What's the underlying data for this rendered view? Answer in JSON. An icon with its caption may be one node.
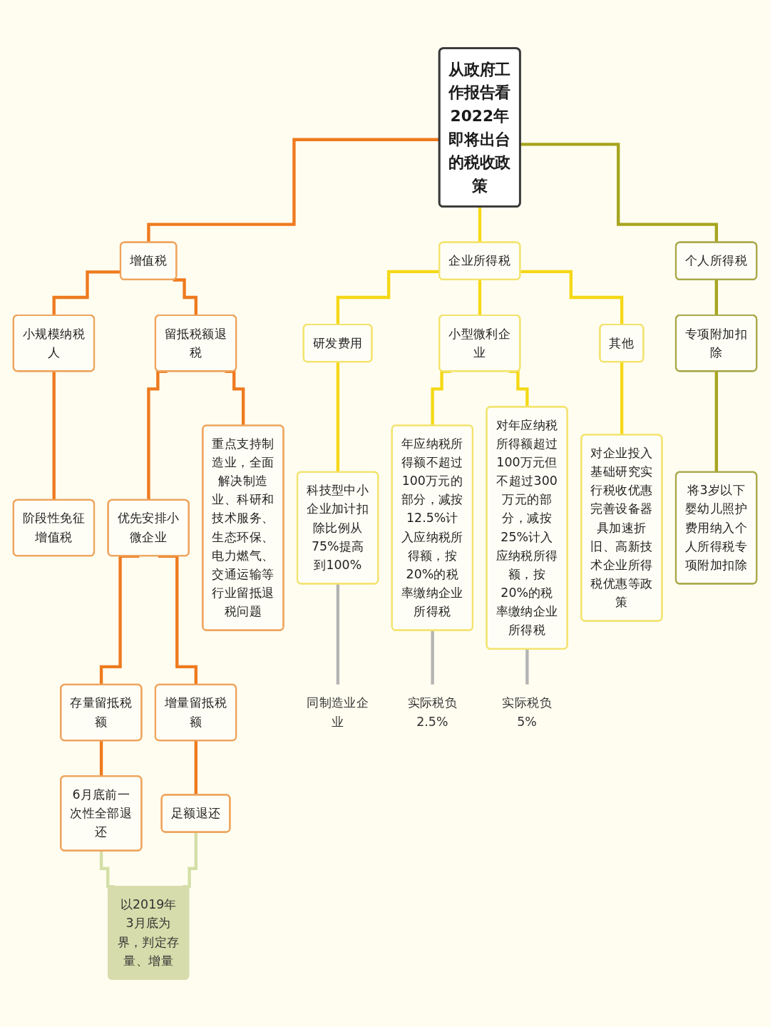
{
  "diagram": {
    "nodes": [
      {
        "text": [
          "从政府工作报告看2022年即将出台的税收政策"
        ]
      },
      {
        "text": [
          "增值税"
        ]
      },
      {
        "text": [
          "企业所得税"
        ]
      },
      {
        "text": [
          "个人所得税"
        ]
      },
      {
        "text": [
          "小规模纳税人"
        ]
      },
      {
        "text": [
          "留抵税额退税"
        ]
      },
      {
        "text": [
          "小型微利企业"
        ]
      },
      {
        "text": [
          "研发费用"
        ]
      },
      {
        "text": [
          "其他"
        ]
      },
      {
        "text": [
          "专项附加扣除"
        ]
      },
      {
        "text": [
          "阶段性免征增值税"
        ]
      },
      {
        "text": [
          "优先安排小微企业"
        ]
      },
      {
        "text": [
          "重点支持制造业，全面解决制造业、科研和技术服务、生态环保、电力燃气、交通运输等行业留抵退税问题"
        ]
      },
      {
        "text": [
          "年应纳税所得额不超过100万元的部分，减按12.5%计入应纳税所得额，按20%的税率缴纳企业所得税"
        ]
      },
      {
        "text": [
          "对年应纳税所得额超过100万元但不超过300万元的部分，减按25%计入应纳税所得额，按20%的税率缴纳企业所得税"
        ]
      },
      {
        "text": [
          "科技型中小企业加计扣除比例从75%提高到100%"
        ]
      },
      {
        "text": [
          "对企业投入基础研究实行税收优惠完善设备器具加速折旧、高新技术企业所得税优惠等政策"
        ]
      },
      {
        "text": [
          "将3岁以下婴幼儿照护费用纳入个人所得税专项附加扣除"
        ]
      },
      {
        "text": [
          "存量留抵税额"
        ]
      },
      {
        "text": [
          "增量留抵税额"
        ]
      },
      {
        "text": [
          "同制造业企业"
        ]
      },
      {
        "text": [
          "6月底前一次性全部退还"
        ]
      },
      {
        "text": [
          "足额退还"
        ]
      },
      {
        "text": [
          "实际税负2.5%"
        ]
      },
      {
        "text": [
          "实际税负5%"
        ]
      },
      {
        "text": [
          "以2019年3月底为界，判定存量、增量"
        ]
      }
    ],
    "edges": [
      {
        "from": 0,
        "to": 1,
        "arrow": "none"
      },
      {
        "from": 0,
        "to": 2,
        "arrow": "none",
        "color": "#f5d816"
      },
      {
        "from": 0,
        "to": 3,
        "arrow": "none",
        "color": "#a6a51e"
      },
      {
        "from": 1,
        "to": 4,
        "arrow": "none"
      },
      {
        "from": 1,
        "to": 5,
        "arrow": "none"
      },
      {
        "from": 2,
        "to": 6,
        "arrow": "none",
        "color": "#f5d816"
      },
      {
        "from": 2,
        "to": 7,
        "arrow": "none",
        "color": "#f5d816"
      },
      {
        "from": 2,
        "to": 8,
        "arrow": "none",
        "color": "#f5d816"
      },
      {
        "from": 3,
        "to": 9,
        "arrow": "none",
        "color": "#a6a51e"
      },
      {
        "from": 4,
        "to": 10,
        "arrow": "none"
      },
      {
        "from": 5,
        "to": 11,
        "arrow": "none"
      },
      {
        "from": 5,
        "to": 12,
        "arrow": "none"
      },
      {
        "from": 6,
        "to": 13,
        "arrow": "none",
        "color": "#f5d816"
      },
      {
        "from": 6,
        "to": 14,
        "arrow": "none",
        "color": "#f5d816"
      },
      {
        "from": 7,
        "to": 15,
        "arrow": "none",
        "color": "#f5d816"
      },
      {
        "from": 8,
        "to": 16,
        "arrow": "none",
        "color": "#f5d816"
      },
      {
        "from": 9,
        "to": 17,
        "arrow": "none",
        "color": "#a6a51e"
      },
      {
        "from": 11,
        "to": 18,
        "arrow": "none"
      },
      {
        "from": 11,
        "to": 19,
        "arrow": "none"
      },
      {
        "from": 15,
        "to": 20,
        "arrow": "none",
        "color": "#b4b4b4"
      },
      {
        "from": 18,
        "to": 21,
        "arrow": "none"
      },
      {
        "from": 19,
        "to": 22,
        "arrow": "none"
      },
      {
        "from": 13,
        "to": 23,
        "arrow": "none",
        "color": "#b4b4b4"
      },
      {
        "from": 14,
        "to": 24,
        "arrow": "none",
        "color": "#b4b4b4"
      },
      {
        "from": 21,
        "to": 25,
        "arrow": "none",
        "color": "#d3dfa6"
      },
      {
        "from": 22,
        "to": 25,
        "arrow": "none",
        "color": "#d3dfa6"
      }
    ]
  }
}
